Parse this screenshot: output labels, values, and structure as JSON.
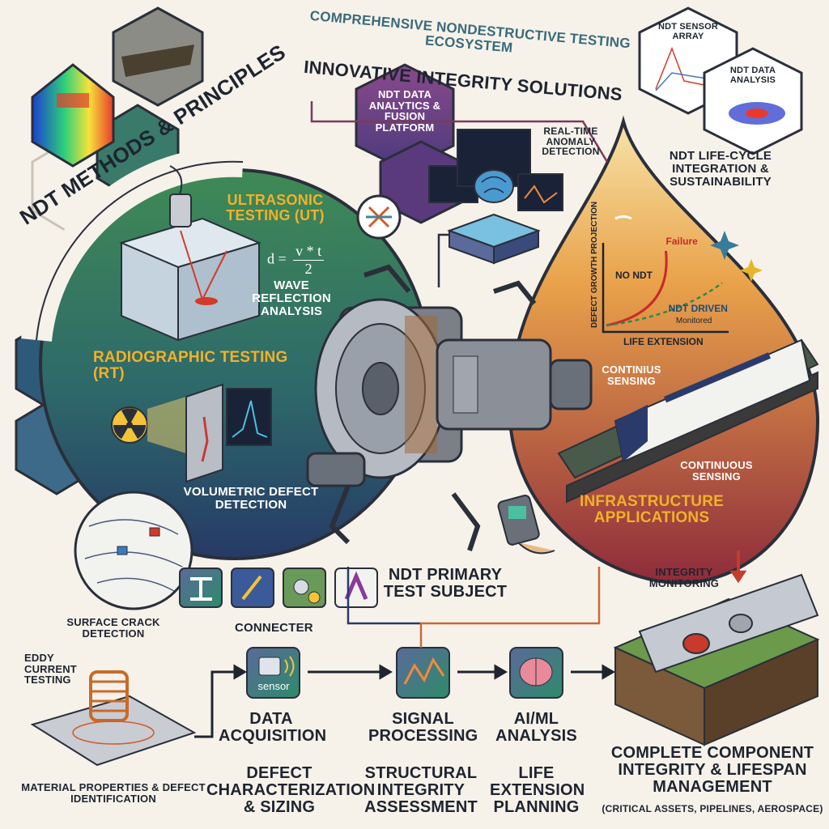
{
  "header": {
    "title_arc": "COMPREHENSIVE NONDESTRUCTIVE TESTING ECOSYSTEM",
    "subtitle": "INNOVATIVE INTEGRITY SOLUTIONS"
  },
  "left_section": {
    "title": "NDT METHODS & PRINCIPLES",
    "ut_title": "ULTRASONIC TESTING (UT)",
    "formula": "d = v * t / 2",
    "formula_lhs": "d =",
    "formula_num": "v * t",
    "formula_den": "2",
    "wave_label": "WAVE REFLECTION ANALYSIS",
    "rt_title": "RADIOGRAPHIC TESTING (RT)",
    "volumetric_label": "VOLUMETRIC DEFECT DETECTION",
    "surface_label": "SURFACE CRACK DETECTION",
    "eddy_label": "EDDY CURRENT TESTING",
    "material_label": "MATERIAL PROPERTIES & DEFECT IDENTIFICATION"
  },
  "top_center": {
    "analytics_label": "NDT DATA ANALYTICS & FUSION PLATFORM",
    "anomaly_label": "REAL-TIME ANOMALY DETECTION"
  },
  "top_right": {
    "sensor_array_label": "NDT SENSOR ARRAY",
    "data_analysis_label": "NDT DATA ANALYSIS"
  },
  "right_section": {
    "lifecycle_title": "NDT LIFE-CYCLE INTEGRATION & SUSTAINABILITY",
    "chart_ylabel": "DEFECT GROWTH PROJECTION",
    "chart_xlabel": "LIFE EXTENSION",
    "failure_label": "Failure",
    "no_ndt_label": "NO NDT",
    "ndt_driven_label": "NDT DRIVEN",
    "monitored_label": "Monitored",
    "continius_label": "CONTINIUS SENSING",
    "continuous_label": "CONTINUOUS SENSING",
    "infrastructure_label": "INFRASTRUCTURE APPLICATIONS"
  },
  "center": {
    "primary_label": "NDT PRIMARY TEST SUBJECT",
    "connector_label": "CONNECTER"
  },
  "pipeline": {
    "sensor_chip": "sensor",
    "steps": [
      {
        "label": "DATA ACQUISITION",
        "sub": "DEFECT CHARACTERIZATION & SIZING"
      },
      {
        "label": "SIGNAL PROCESSING",
        "sub": "STRUCTURAL INTEGRITY ASSESSMENT"
      },
      {
        "label": "AI/ML ANALYSIS",
        "sub": "LIFE EXTENSION PLANNING"
      }
    ],
    "integrity_label": "INTEGRITY MONITORING",
    "final_label": "COMPLETE COMPONENT INTEGRITY & LIFESPAN MANAGEMENT",
    "final_sub": "(CRITICAL ASSETS, PIPELINES, AEROSPACE)"
  },
  "colors": {
    "green_circle": "#3d7f5a",
    "navy": "#2a3a5c",
    "orange_drop": "#e08a3a",
    "maroon": "#8a2a3a",
    "gold_text": "#f2b12a",
    "purple_hex": "#5a3a7c"
  },
  "icons": [
    "radiation-icon",
    "brain-icon",
    "sensor-icon",
    "signal-icon",
    "arrows-icon",
    "sparkle-icon"
  ]
}
